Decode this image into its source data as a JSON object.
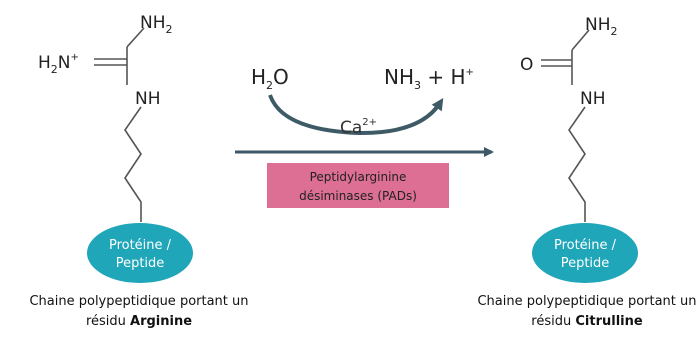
{
  "arginine": {
    "nh2_top": "NH",
    "nh2_top_sub": "2",
    "h2n_left_pre": "H",
    "h2n_left_sub": "2",
    "h2n_left_post": "N",
    "h2n_charge": "+",
    "nh": "NH",
    "pill_line1": "Protéine /",
    "pill_line2": "Peptide",
    "caption_line1": "Chaine polypeptidique portant un",
    "caption_line2_plain": "résidu ",
    "caption_line2_bold": "Arginine"
  },
  "reaction": {
    "water_pre": "H",
    "water_sub": "2",
    "water_post": "O",
    "ammonia_pre": "NH",
    "ammonia_sub": "3",
    "ammonia_post": " + H",
    "ammonia_sup": "+",
    "calcium": "Ca",
    "calcium_sup": "2+",
    "enzyme_line1": "Peptidylarginine",
    "enzyme_line2": "désiminases (PADs)"
  },
  "citrulline": {
    "nh2_top": "NH",
    "nh2_top_sub": "2",
    "o_left": "O",
    "nh": "NH",
    "pill_line1": "Protéine /",
    "pill_line2": "Peptide",
    "caption_line1": "Chaine polypeptidique portant un",
    "caption_line2_plain": "résidu ",
    "caption_line2_bold": "Citrulline"
  },
  "colors": {
    "pill": "#1fa6b8",
    "enzyme_box": "#dc6f93",
    "arrow": "#3d5a66",
    "bond": "#555555"
  }
}
